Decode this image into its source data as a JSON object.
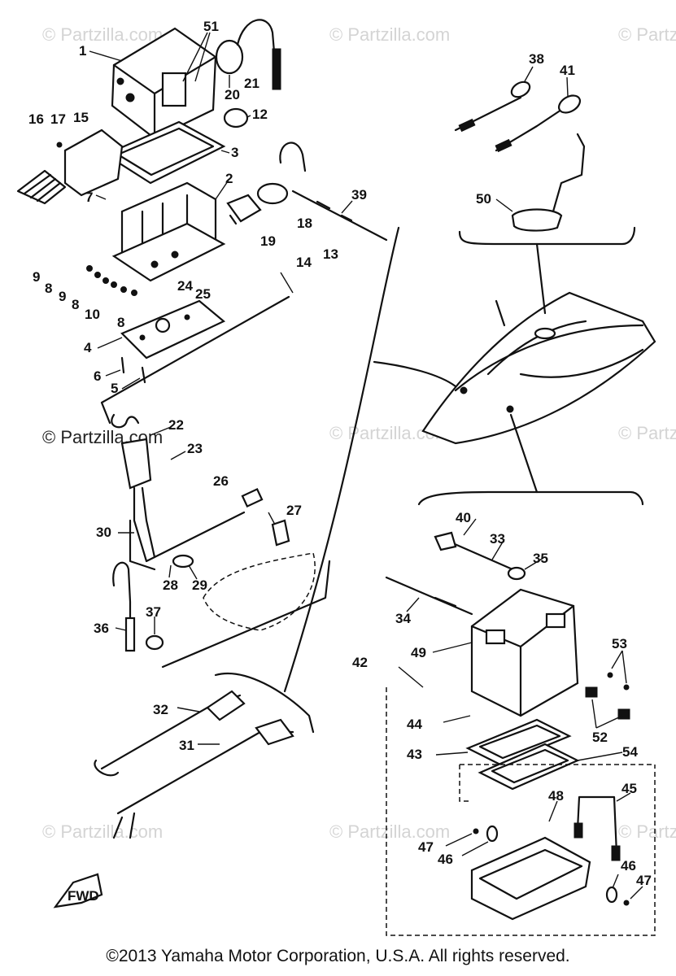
{
  "watermarks": {
    "faint": "© Partzilla.com",
    "dark": "© Partzilla.com"
  },
  "copyright": "©2013  Yamaha Motor Corporation, U.S.A. All rights reserved.",
  "fwd_label": "FWD",
  "callouts": {
    "c1": "1",
    "c51": "51",
    "c20": "20",
    "c21": "21",
    "c12": "12",
    "c16": "16",
    "c17": "17",
    "c15": "15",
    "c3": "3",
    "c2": "2",
    "c7": "7",
    "c18": "18",
    "c19": "19",
    "c39": "39",
    "c9a": "9",
    "c8a": "8",
    "c9b": "9",
    "c8b": "8",
    "c10": "10",
    "c8c": "8",
    "c24": "24",
    "c25": "25",
    "c14": "14",
    "c13": "13",
    "c4": "4",
    "c6": "6",
    "c5": "5",
    "c22": "22",
    "c23": "23",
    "c26": "26",
    "c27": "27",
    "c30": "30",
    "c28": "28",
    "c29": "29",
    "c36": "36",
    "c37": "37",
    "c32": "32",
    "c31": "31",
    "c38": "38",
    "c41": "41",
    "c50": "50",
    "c40": "40",
    "c33": "33",
    "c35": "35",
    "c34": "34",
    "c49": "49",
    "c42": "42",
    "c53": "53",
    "c44": "44",
    "c52": "52",
    "c43": "43",
    "c54": "54",
    "c45": "45",
    "c48": "48",
    "c47a": "47",
    "c46a": "46",
    "c46b": "46",
    "c47b": "47"
  }
}
